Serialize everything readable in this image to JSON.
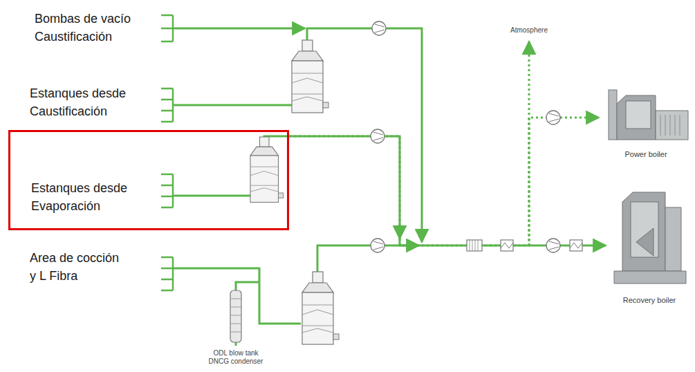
{
  "diagram": {
    "nodes": [
      {
        "text": [
          "Estanques desde Evaporación"
        ]
      },
      {
        "text": [
          "Power boiler"
        ]
      },
      {
        "text": [
          "Recovery boiler"
        ]
      }
    ],
    "edges": [
      {
        "from": 0,
        "to": 1,
        "arrow": "to"
      },
      {
        "from": 0,
        "to": 2,
        "arrow": "to"
      }
    ],
    "labels": [
      "Bombas de vacío Caustificación",
      "Estanques desde Caustificación",
      "Area de cocción y L Fibra",
      "Atmosphere",
      "ODL blow tank DNCG condenser"
    ]
  }
}
